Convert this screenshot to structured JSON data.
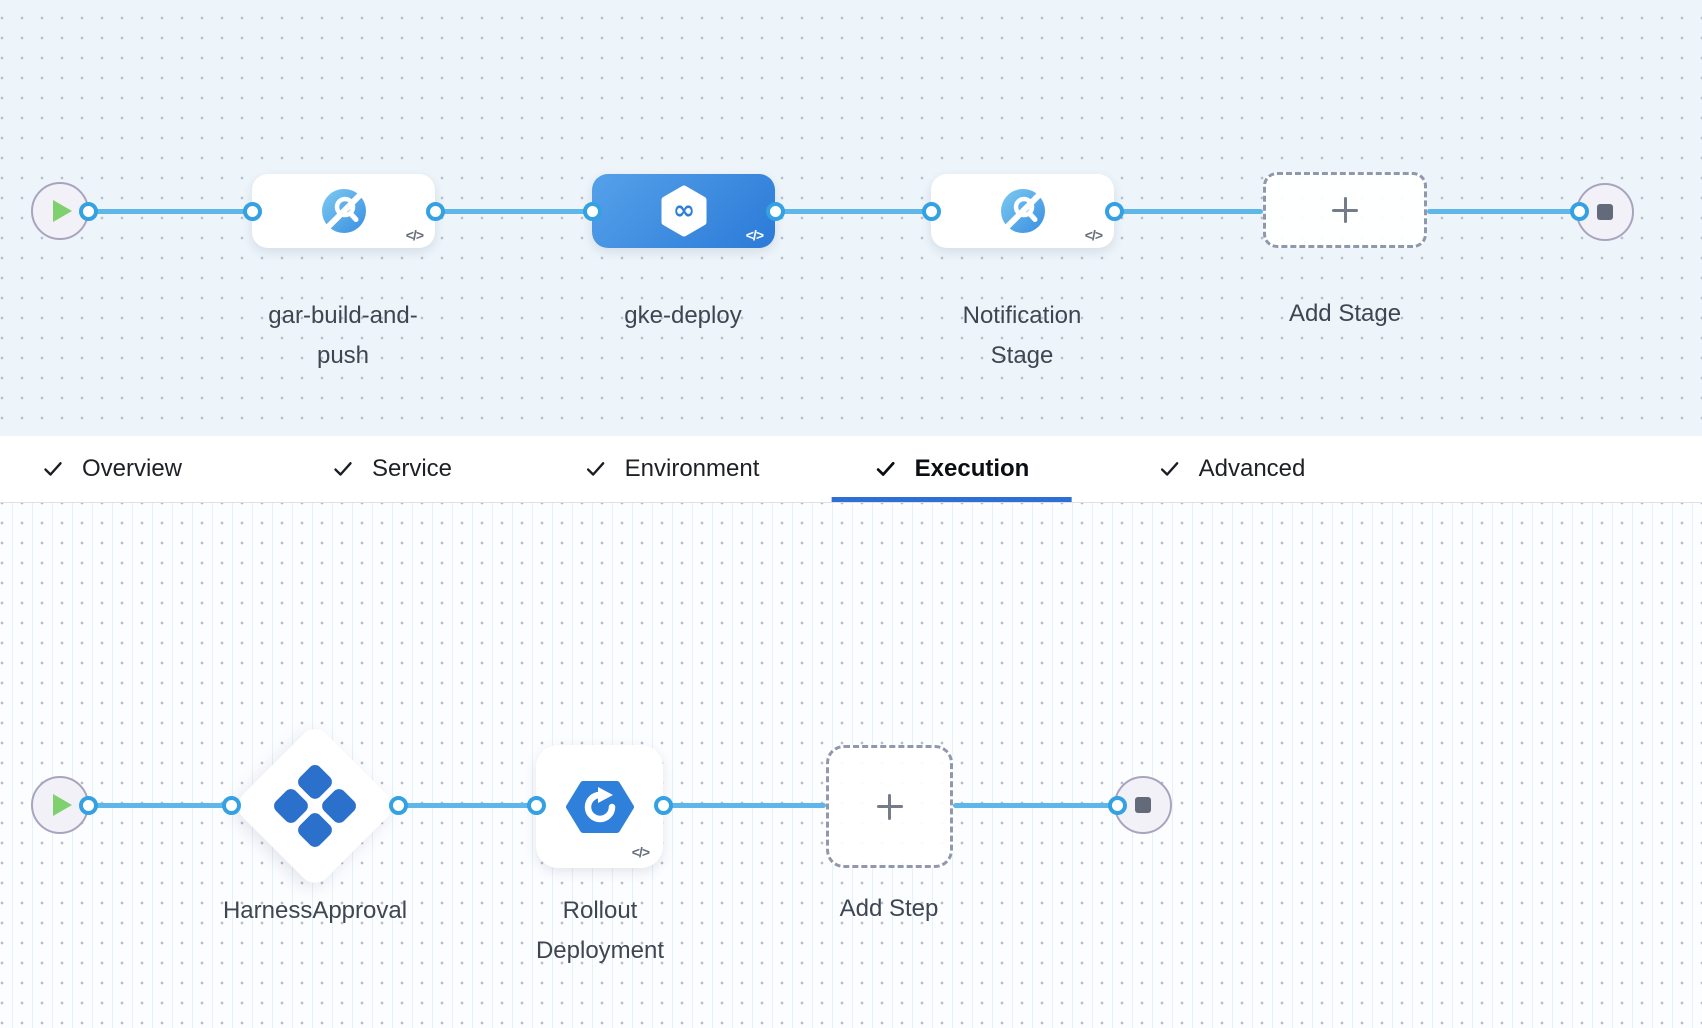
{
  "pipeline_stages": {
    "stages": [
      {
        "label": "gar-build-and-push",
        "icon": "ci-build-icon",
        "selected": false,
        "code_badge": "</>"
      },
      {
        "label": "gke-deploy",
        "icon": "cd-infinity-hexagon-icon",
        "selected": true,
        "code_badge": "</>"
      },
      {
        "label": "Notification Stage",
        "icon": "ci-build-icon",
        "selected": false,
        "code_badge": "</>"
      }
    ],
    "add_stage_label": "Add Stage"
  },
  "tabs": [
    {
      "label": "Overview",
      "checked": true,
      "active": false
    },
    {
      "label": "Service",
      "checked": true,
      "active": false
    },
    {
      "label": "Environment",
      "checked": true,
      "active": false
    },
    {
      "label": "Execution",
      "checked": true,
      "active": true
    },
    {
      "label": "Advanced",
      "checked": true,
      "active": false
    }
  ],
  "execution_steps": {
    "steps": [
      {
        "label": "HarnessApproval",
        "icon": "approval-diamonds-icon",
        "shape": "diamond"
      },
      {
        "label": "Rollout Deployment",
        "icon": "gke-rollout-icon",
        "shape": "card",
        "code_badge": "</>"
      }
    ],
    "add_step_label": "Add Step"
  },
  "infinity_glyph": "∞",
  "colors": {
    "connector": "#5fb7e9",
    "port_ring": "#33a1e2",
    "selected_stage_gradient_start": "#55a1ea",
    "selected_stage_gradient_end": "#2b7ad7",
    "tab_underline": "#2d6fd3",
    "play_triangle": "#7fd06f",
    "stage_canvas_bg": "#edf4fa",
    "exec_canvas_bg": "#fcfdff"
  }
}
